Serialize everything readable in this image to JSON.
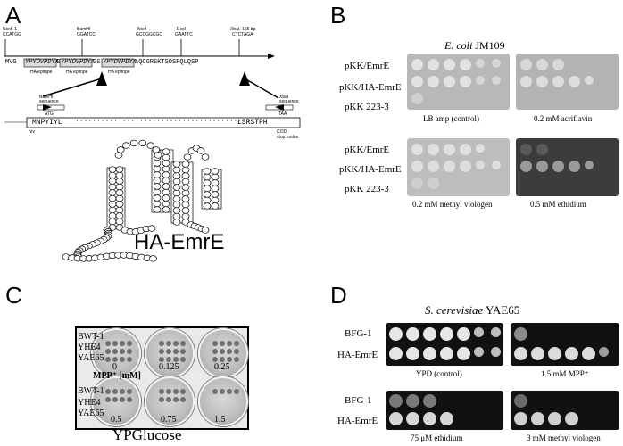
{
  "panels": {
    "a": "A",
    "b": "B",
    "c": "C",
    "d": "D"
  },
  "panel_a": {
    "site_left": "NcoI, 1",
    "site_left_seq": "CCATGG",
    "site_bam": "BamHI",
    "site_bam_seq": "GGATCC",
    "site_nco2": "NcoI",
    "site_nco2_seq": "GCCGGCGC",
    "site_eco": "EcoI",
    "site_eco_seq": "GAATTC",
    "site_xba": "XbaI, 165 bp",
    "site_xba_seq": "CTCTAGA",
    "seq_start": "MVG",
    "epitope1": "YPYDVPDYA",
    "link1": "G",
    "epitope2": "YPYDVPDYA",
    "link2": "GS",
    "epitope3": "YPYDVPDYA",
    "seq_end": "AQCGRSKTSOSPQLQSP",
    "epi_label": "HA epitope",
    "bam_small": "BamHI",
    "bam_small2": "sequence",
    "xba_small": "XbaI",
    "xba_small2": "sequence",
    "atg": "ATG",
    "protein_start": "MNPYIYL",
    "protein_dots": "···········································",
    "protein_end": "LSRSTPH",
    "taa": "TAA",
    "cod": "COD",
    "stop_codon": "stop codon",
    "hrv": "hrv"
  },
  "ha_emre_label": "HA-EmrE",
  "panel_b": {
    "title_species": "E. coli",
    "title_strain": " JM109",
    "rows_top": [
      "pKK/EmrE",
      "pKK/HA-EmrE",
      "pKK 223-3"
    ],
    "rows_bottom": [
      "pKK/EmrE",
      "pKK/HA-EmrE",
      "pKK 223-3"
    ],
    "captions": [
      "LB amp (control)",
      "0.2 mM acriflavin",
      "0.2 mM methyl viologen",
      "0.5 mM ethidium"
    ]
  },
  "panel_c": {
    "rows_top": [
      "BWT-1",
      "YHE4",
      "YAE65"
    ],
    "rows_bottom": [
      "BWT-1",
      "YHE4",
      "YAE65"
    ],
    "conc_top": [
      "0",
      "0.125",
      "0.25"
    ],
    "conc_bottom": [
      "0.5",
      "0.75",
      "1.5"
    ],
    "unit_label": "MPP⁺ [mM]",
    "medium": "YPGlucose"
  },
  "panel_d": {
    "title_species": "S. cerevisiae",
    "title_strain": " YAE65",
    "rows_top": [
      "BFG-1",
      "HA-EmrE"
    ],
    "rows_bottom": [
      "BFG-1",
      "HA-EmrE"
    ],
    "captions": [
      "YPD (control)",
      "1.5 mM MPP⁺",
      "75 μM ethidium",
      "3 mM methyl viologen"
    ]
  }
}
